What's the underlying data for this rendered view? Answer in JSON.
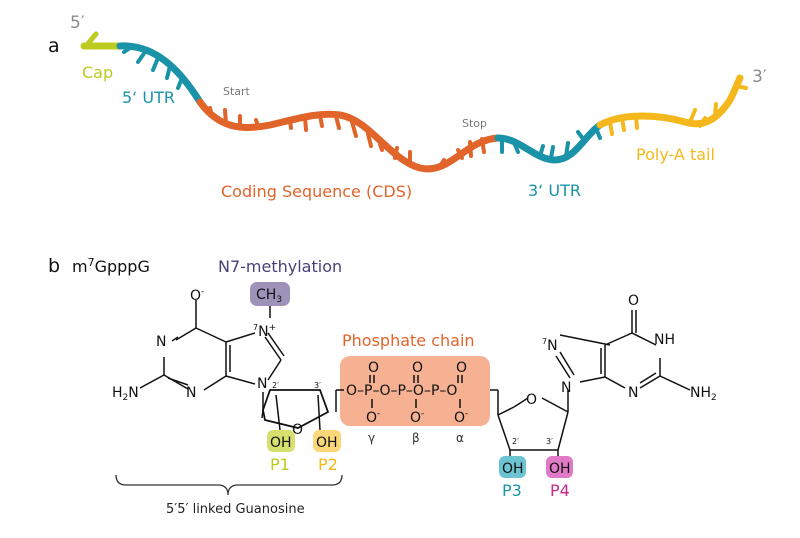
{
  "panel_a": {
    "label": "a",
    "five_prime": "5′",
    "three_prime": "3′",
    "regions": [
      {
        "name": "Cap",
        "color": "#bccb1f"
      },
      {
        "name": "5‘ UTR",
        "color": "#1a93a8"
      },
      {
        "name": "Coding Sequence (CDS)",
        "color": "#e1642a"
      },
      {
        "name": "3‘ UTR",
        "color": "#1a93a8"
      },
      {
        "name": "Poly-A tail",
        "color": "#f5b81c"
      }
    ],
    "start_label": "Start",
    "stop_label": "Stop"
  },
  "panel_b": {
    "label": "b",
    "title": "m",
    "title_sup": "7",
    "title_rest": "GpppG",
    "methylation_label": "N7-methylation",
    "methylation_color": "#8e7fad",
    "ch3": "CH",
    "ch3_sub": "3",
    "phosphate_label": "Phosphate chain",
    "phosphate_color": "#f4a985",
    "phosphate_label_color": "#e1642a",
    "greek": [
      "γ",
      "β",
      "α"
    ],
    "left_base": {
      "o_minus": "O",
      "n7": "N",
      "n7_sup": "7",
      "n7_charge": "+",
      "n_atoms": "N",
      "nh2": "H",
      "nh2_sub": "2",
      "nh2_n": "N"
    },
    "right_base": {
      "o": "O",
      "nh": "NH",
      "nh2": "NH",
      "nh2_sub": "2",
      "n7_sup": "7"
    },
    "ribose_positions": [
      "2′",
      "3′"
    ],
    "hydroxyls": [
      {
        "label": "OH",
        "tag": "P1",
        "color": "#d7df6f",
        "text_color": "#bccb1f"
      },
      {
        "label": "OH",
        "tag": "P2",
        "color": "#fbd77a",
        "text_color": "#f5b81c"
      },
      {
        "label": "OH",
        "tag": "P3",
        "color": "#6cc3d2",
        "text_color": "#1a93a8"
      },
      {
        "label": "OH",
        "tag": "P4",
        "color": "#e07ac6",
        "text_color": "#c8278f"
      }
    ],
    "bracket_label": "5′5′ linked Guanosine"
  }
}
